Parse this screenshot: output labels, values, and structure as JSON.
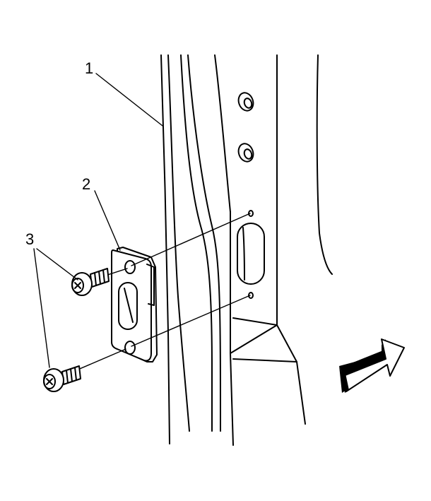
{
  "callouts": {
    "body_pillar": "1",
    "striker": "2",
    "bolts": "3"
  },
  "icons": {
    "direction_arrow": "front-of-vehicle-arrow-icon",
    "bolt": "bolt-icon"
  },
  "colors": {
    "line": "#000000",
    "background": "#ffffff"
  }
}
